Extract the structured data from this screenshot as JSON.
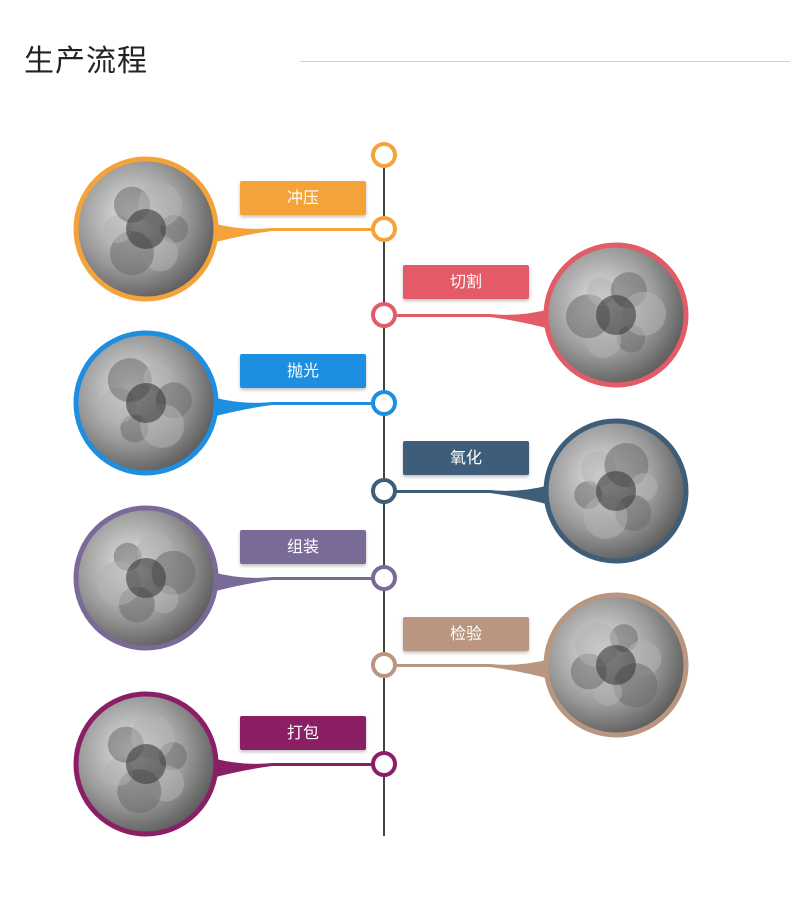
{
  "page": {
    "title": "生产流程"
  },
  "steps": [
    {
      "label": "冲压",
      "color": "#f4a33a",
      "photo": "stamping-press-photo"
    },
    {
      "label": "切割",
      "color": "#e35b66",
      "photo": "cutting-machine-photo"
    },
    {
      "label": "抛光",
      "color": "#1e8fe0",
      "photo": "polishing-machine-photo"
    },
    {
      "label": "氧化",
      "color": "#3e5d78",
      "photo": "oxidation-line-photo"
    },
    {
      "label": "组装",
      "color": "#7a6a97",
      "photo": "assembly-workshop-photo"
    },
    {
      "label": "检验",
      "color": "#b89680",
      "photo": "inspection-workers-photo"
    },
    {
      "label": "打包",
      "color": "#8b1f66",
      "photo": "packaged-caps-photo"
    }
  ],
  "colors": {
    "timeline_line": "#444444",
    "top_node": "#f4a33a",
    "title_rule": "#e8cfa0"
  }
}
